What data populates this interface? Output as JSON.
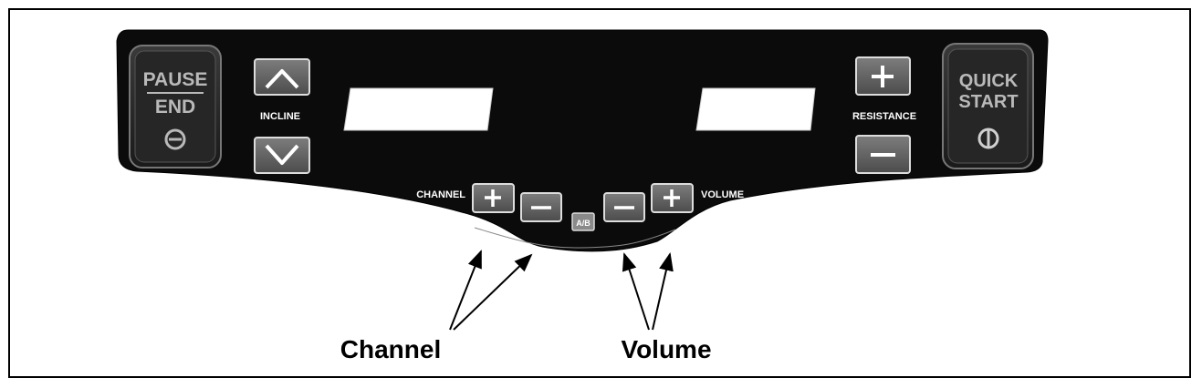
{
  "console": {
    "pause_label": "PAUSE",
    "end_label": "END",
    "incline_label": "INCLINE",
    "resistance_label": "RESISTANCE",
    "quick_label": "QUICK",
    "start_label": "START",
    "channel_label": "CHANNEL",
    "volume_label": "VOLUME",
    "ab_label": "A/B",
    "plus_glyph": "+",
    "minus_glyph": "−"
  },
  "callouts": {
    "channel": "Channel",
    "volume": "Volume"
  },
  "colors": {
    "panel": "#0b0b0b",
    "key_face": "#5a5a5a",
    "key_face_light": "#7a7a7a",
    "display": "#ffffff",
    "label_gray": "#b9b9b9"
  }
}
